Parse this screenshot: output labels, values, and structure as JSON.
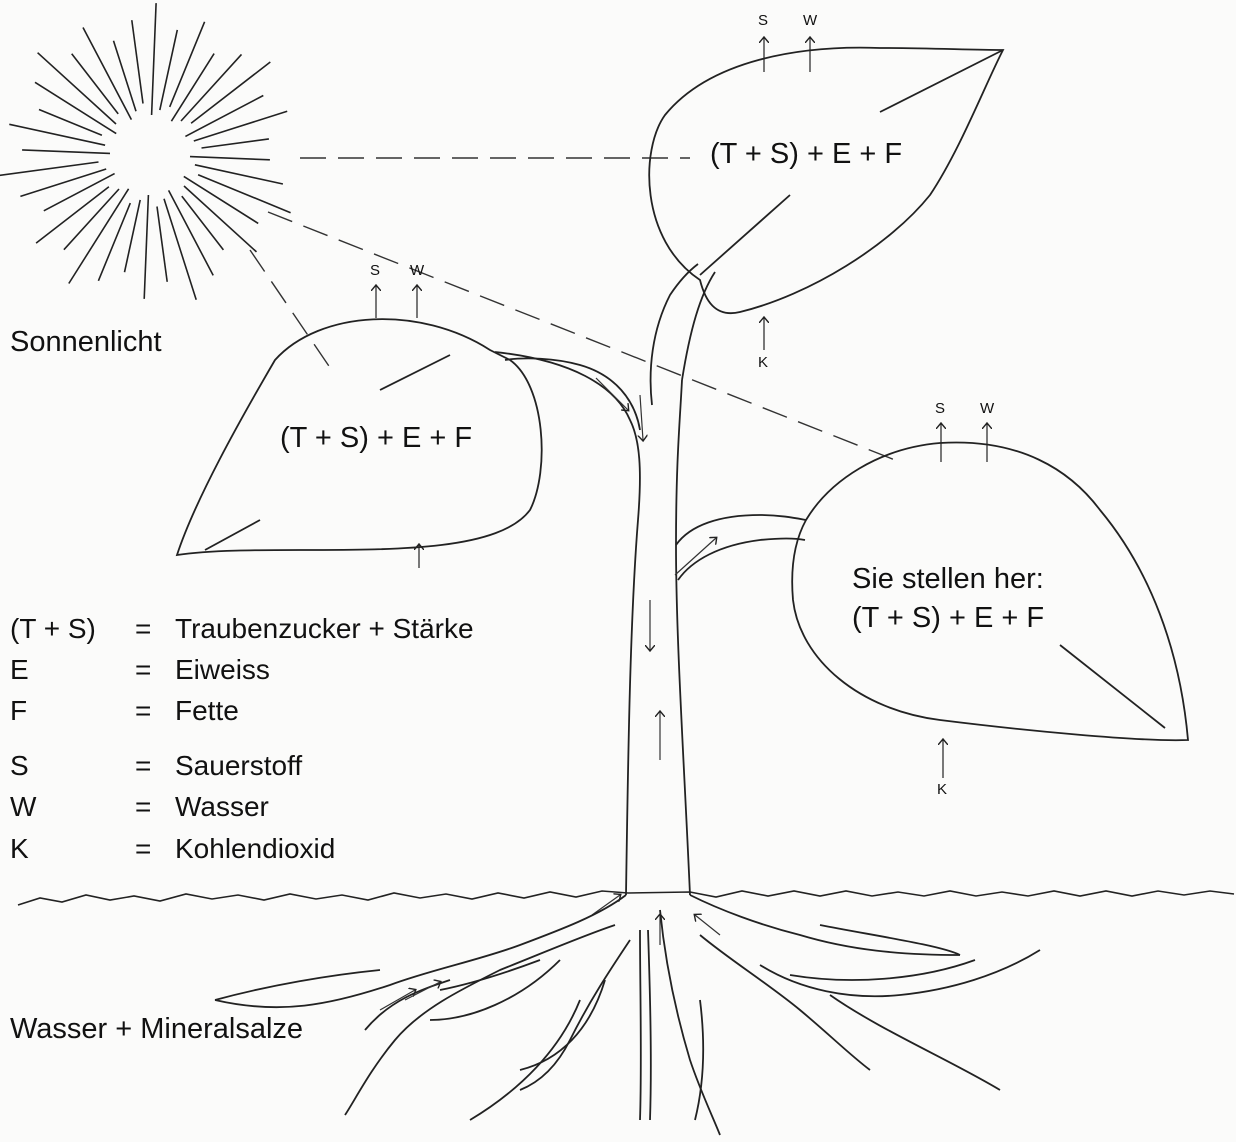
{
  "labels": {
    "sun": "Sonnenlicht",
    "roots": "Wasser + Mineralsalze",
    "produces": "Sie stellen her:"
  },
  "leaves": {
    "top": "(T + S) + E + F",
    "left": "(T + S) + E + F",
    "right": "(T + S) + E + F"
  },
  "gas": {
    "oxygen": "S",
    "water": "W",
    "carbon_dioxide": "K"
  },
  "legend": [
    {
      "symbol": "(T + S)",
      "eq": "=",
      "meaning": "Traubenzucker + Stärke"
    },
    {
      "symbol": "E",
      "eq": "=",
      "meaning": "Eiweiss"
    },
    {
      "symbol": "F",
      "eq": "=",
      "meaning": "Fette"
    },
    {
      "symbol": "S",
      "eq": "=",
      "meaning": "Sauerstoff"
    },
    {
      "symbol": "W",
      "eq": "=",
      "meaning": "Wasser"
    },
    {
      "symbol": "K",
      "eq": "=",
      "meaning": "Kohlendioxid"
    }
  ]
}
